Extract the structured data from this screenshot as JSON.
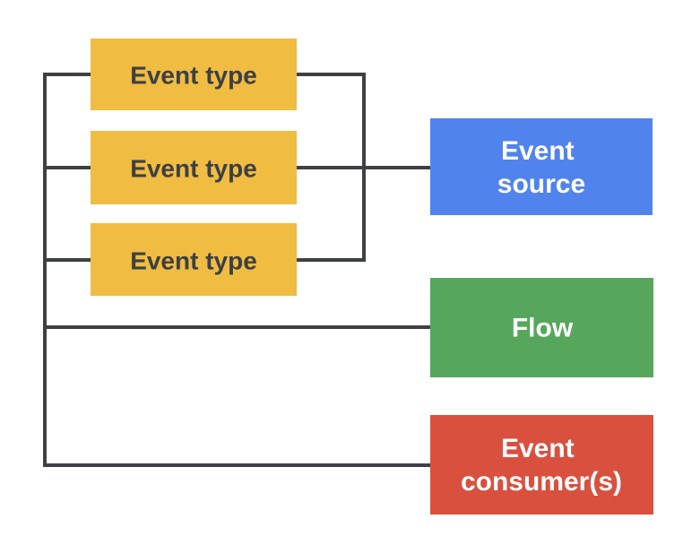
{
  "diagram": {
    "background": "#ffffff",
    "connector_color": "#3e4043",
    "nodes": [
      {
        "id": "event-type-1",
        "label": "Event type",
        "fill": "#f0bc42",
        "text_color": "#3c4043"
      },
      {
        "id": "event-type-2",
        "label": "Event type",
        "fill": "#f0bc42",
        "text_color": "#3c4043"
      },
      {
        "id": "event-type-3",
        "label": "Event type",
        "fill": "#f0bc42",
        "text_color": "#3c4043"
      },
      {
        "id": "event-source",
        "label": "Event source",
        "lines": [
          "Event",
          "source"
        ],
        "fill": "#5183ec",
        "text_color": "#ffffff"
      },
      {
        "id": "flow",
        "label": "Flow",
        "lines": [
          "Flow"
        ],
        "fill": "#56a75c",
        "text_color": "#ffffff"
      },
      {
        "id": "event-consumers",
        "label": "Event consumer(s)",
        "lines": [
          "Event",
          "consumer(s)"
        ],
        "fill": "#d9503f",
        "text_color": "#ffffff"
      }
    ],
    "edges": [
      {
        "from": "event-type-1",
        "to": "event-source"
      },
      {
        "from": "event-type-2",
        "to": "event-source"
      },
      {
        "from": "event-type-3",
        "to": "event-source"
      },
      {
        "from": "event-type-1",
        "to": "flow"
      },
      {
        "from": "event-type-2",
        "to": "flow"
      },
      {
        "from": "event-type-3",
        "to": "flow"
      },
      {
        "from": "flow",
        "to": "event-consumers"
      }
    ]
  }
}
